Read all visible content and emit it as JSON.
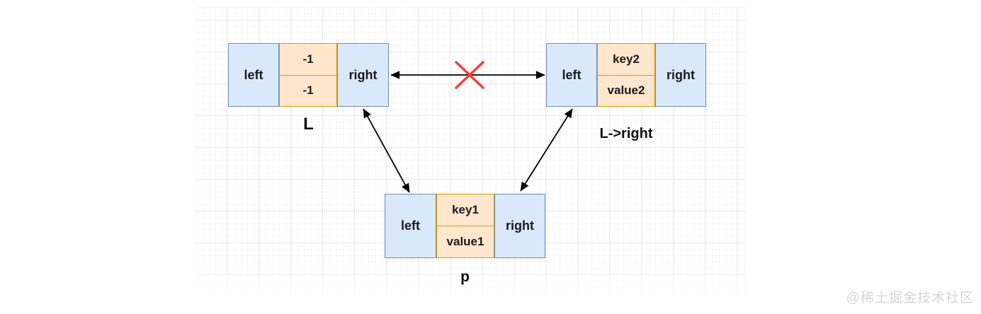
{
  "diagram": {
    "nodes": [
      {
        "id": "L",
        "caption": "L",
        "left_label": "left",
        "right_label": "right",
        "top_value": "-1",
        "bottom_value": "-1"
      },
      {
        "id": "L->right",
        "caption": "L->right",
        "left_label": "left",
        "right_label": "right",
        "top_value": "key2",
        "bottom_value": "value2"
      },
      {
        "id": "p",
        "caption": "p",
        "left_label": "left",
        "right_label": "right",
        "top_value": "key1",
        "bottom_value": "value1"
      }
    ],
    "edges": [
      {
        "from": "L",
        "to": "L->right",
        "style": "double-arrow",
        "broken": true
      },
      {
        "from": "L",
        "to": "p",
        "style": "double-arrow",
        "broken": false
      },
      {
        "from": "L->right",
        "to": "p",
        "style": "double-arrow",
        "broken": false
      }
    ],
    "icons": {
      "broken_link_x": "✕"
    },
    "colors": {
      "pointer_cell_fill": "#dae8fc",
      "pointer_cell_border": "#6c8ebf",
      "data_cell_fill": "#ffe6cc",
      "data_cell_border": "#d79b00",
      "arrow": "#000000",
      "broken_x": "#f84040",
      "grid_line": "#e9e9e9",
      "watermark_text": "#d6d6d6"
    }
  },
  "watermark": "@稀土掘金技术社区"
}
